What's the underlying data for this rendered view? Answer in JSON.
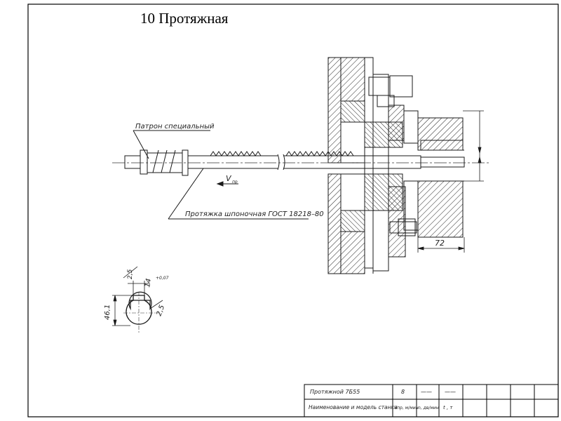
{
  "title": "10 Протяжная",
  "labels": {
    "chuck": "Патрон специальный",
    "broach": "Протяжка шпоночная ГОСТ 18218–80",
    "velocity": "V",
    "velocity_sub": "пр"
  },
  "dimensions": {
    "length": "72",
    "keyway_width": "14",
    "keyway_tolerance": "+0,07",
    "depth": "46,1",
    "roughness_top": "2,5",
    "roughness_side": "2,5"
  },
  "stamp": {
    "row1": {
      "machine": "Протяжной 7Б55",
      "speed": "8",
      "c2": "——",
      "c3": "——"
    },
    "row2": {
      "machine_hdr": "Наименование и модель станка",
      "speed_hdr": "Vпр, м/мин",
      "strokes_hdr": "n, дв/мин",
      "c3": "t , т"
    }
  },
  "colors": {
    "line": "#1a1a1a",
    "frame": "#000000",
    "hatch": "#222222",
    "axis": "#333333"
  }
}
